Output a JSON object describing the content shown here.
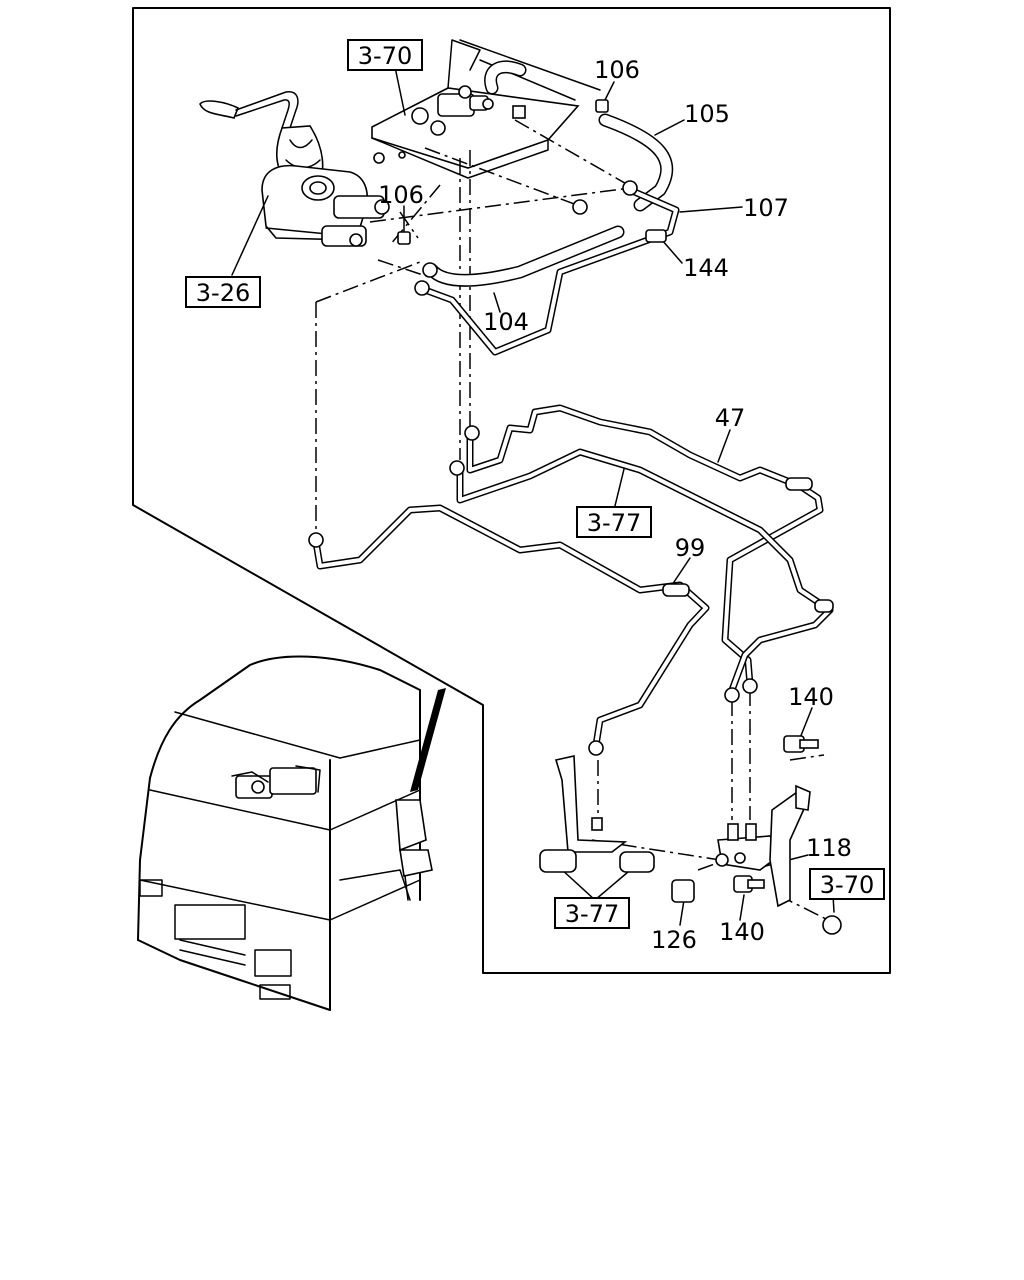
{
  "figure": {
    "callouts": {
      "ref_3_70_top": "3-70",
      "ref_3_26": "3-26",
      "ref_3_77_mid": "3-77",
      "ref_3_77_bottom": "3-77",
      "ref_3_70_bottom": "3-70",
      "part_106_top": "106",
      "part_105": "105",
      "part_106_left": "106",
      "part_107": "107",
      "part_144": "144",
      "part_104": "104",
      "part_47": "47",
      "part_99": "99",
      "part_140_top": "140",
      "part_118": "118",
      "part_126": "126",
      "part_140_bottom": "140"
    }
  }
}
